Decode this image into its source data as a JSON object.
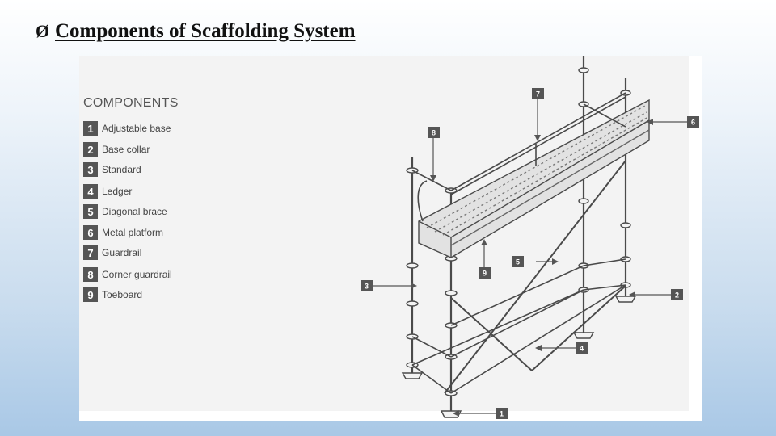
{
  "slide": {
    "bullet_glyph": "Ø",
    "title": "Components of Scaffolding System"
  },
  "figure": {
    "heading": "COMPONENTS",
    "items": [
      {
        "num": "1",
        "label": "Adjustable base"
      },
      {
        "num": "2",
        "label": "Base collar"
      },
      {
        "num": "3",
        "label": "Standard"
      },
      {
        "num": "4",
        "label": "Ledger"
      },
      {
        "num": "5",
        "label": "Diagonal brace"
      },
      {
        "num": "6",
        "label": "Metal platform"
      },
      {
        "num": "7",
        "label": "Guardrail"
      },
      {
        "num": "8",
        "label": "Corner guardrail"
      },
      {
        "num": "9",
        "label": "Toeboard"
      }
    ],
    "callouts": [
      "7",
      "8",
      "6",
      "5",
      "9",
      "3",
      "2",
      "4",
      "1"
    ]
  }
}
